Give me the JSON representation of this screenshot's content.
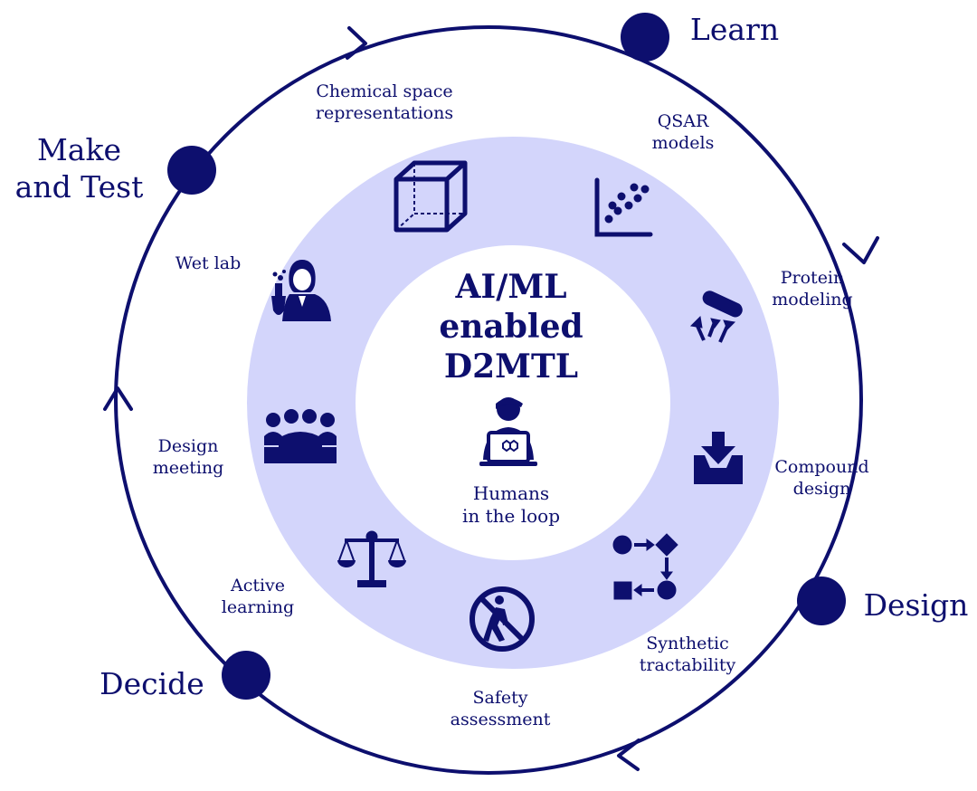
{
  "colors": {
    "primary": "#0d0f6e",
    "ring": "#d3d5fb",
    "background": "#ffffff"
  },
  "center": {
    "title": "AI/ML\nenabled\nD2MTL",
    "subtitle": "Humans\nin the loop",
    "icon": "person-laptop-icon"
  },
  "stages": {
    "learn": "Learn",
    "design": "Design",
    "decide": "Decide",
    "make_and_test": "Make\nand Test"
  },
  "tools": [
    {
      "id": "chemical-space",
      "label": "Chemical space\nrepresentations",
      "icon": "cube-icon"
    },
    {
      "id": "qsar",
      "label": "QSAR\nmodels",
      "icon": "scatter-plot-icon"
    },
    {
      "id": "protein",
      "label": "Protein\nmodeling",
      "icon": "protein-helix-icon"
    },
    {
      "id": "compound",
      "label": "Compound\ndesign",
      "icon": "download-tray-icon"
    },
    {
      "id": "synthetic",
      "label": "Synthetic\ntractability",
      "icon": "flowchart-icon"
    },
    {
      "id": "safety",
      "label": "Safety\nassessment",
      "icon": "prohibited-icon"
    },
    {
      "id": "active",
      "label": "Active\nlearning",
      "icon": "balance-scale-icon"
    },
    {
      "id": "design-meeting",
      "label": "Design\nmeeting",
      "icon": "meeting-group-icon"
    },
    {
      "id": "wet-lab",
      "label": "Wet lab",
      "icon": "lab-scientist-icon"
    }
  ]
}
